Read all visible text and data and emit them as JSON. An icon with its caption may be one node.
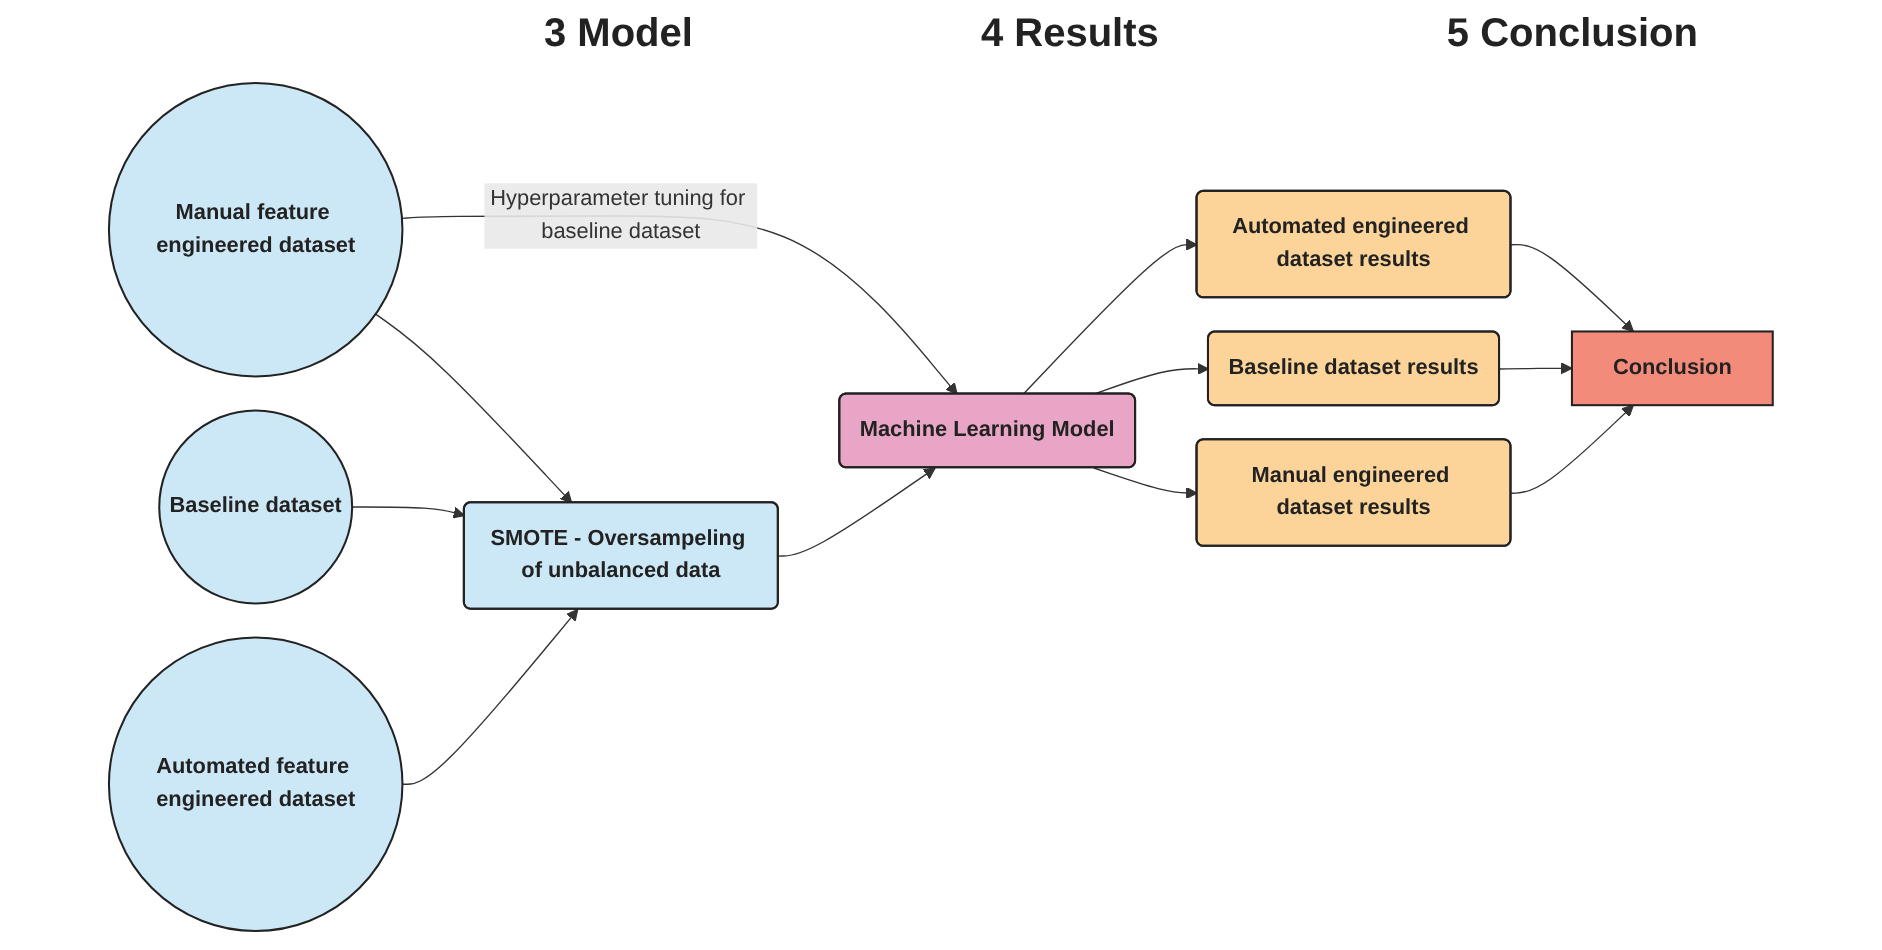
{
  "diagram": {
    "nodes": [
      {
        "text": [
          "Manual feature engineered dataset"
        ]
      },
      {
        "text": [
          "Baseline dataset"
        ]
      },
      {
        "text": [
          "Automated feature engineered dataset"
        ]
      },
      {
        "text": [
          "SMOTE - Oversampeling of unbalanced data"
        ]
      },
      {
        "text": [
          "Machine Learning Model"
        ]
      },
      {
        "text": [
          "Automated engineered dataset results"
        ]
      },
      {
        "text": [
          "Baseline dataset results"
        ]
      },
      {
        "text": [
          "Manual engineered dataset results"
        ]
      },
      {
        "text": [
          "Conclusion"
        ]
      }
    ],
    "edges": [
      {
        "from": 0,
        "to": 3,
        "arrow": "to"
      },
      {
        "from": 1,
        "to": 3,
        "arrow": "to"
      },
      {
        "from": 2,
        "to": 3,
        "arrow": "to"
      },
      {
        "from": 0,
        "to": 4,
        "arrow": "to",
        "label": "Hyperparameter tuning for baseline dataset"
      },
      {
        "from": 3,
        "to": 4,
        "arrow": "to"
      },
      {
        "from": 4,
        "to": 5,
        "arrow": "to"
      },
      {
        "from": 4,
        "to": 6,
        "arrow": "to"
      },
      {
        "from": 4,
        "to": 7,
        "arrow": "to"
      },
      {
        "from": 5,
        "to": 8,
        "arrow": "to"
      },
      {
        "from": 6,
        "to": 8,
        "arrow": "to"
      },
      {
        "from": 7,
        "to": 8,
        "arrow": "to"
      }
    ],
    "labels": [
      "3 Model",
      "4 Results",
      "5 Conclusion"
    ]
  }
}
